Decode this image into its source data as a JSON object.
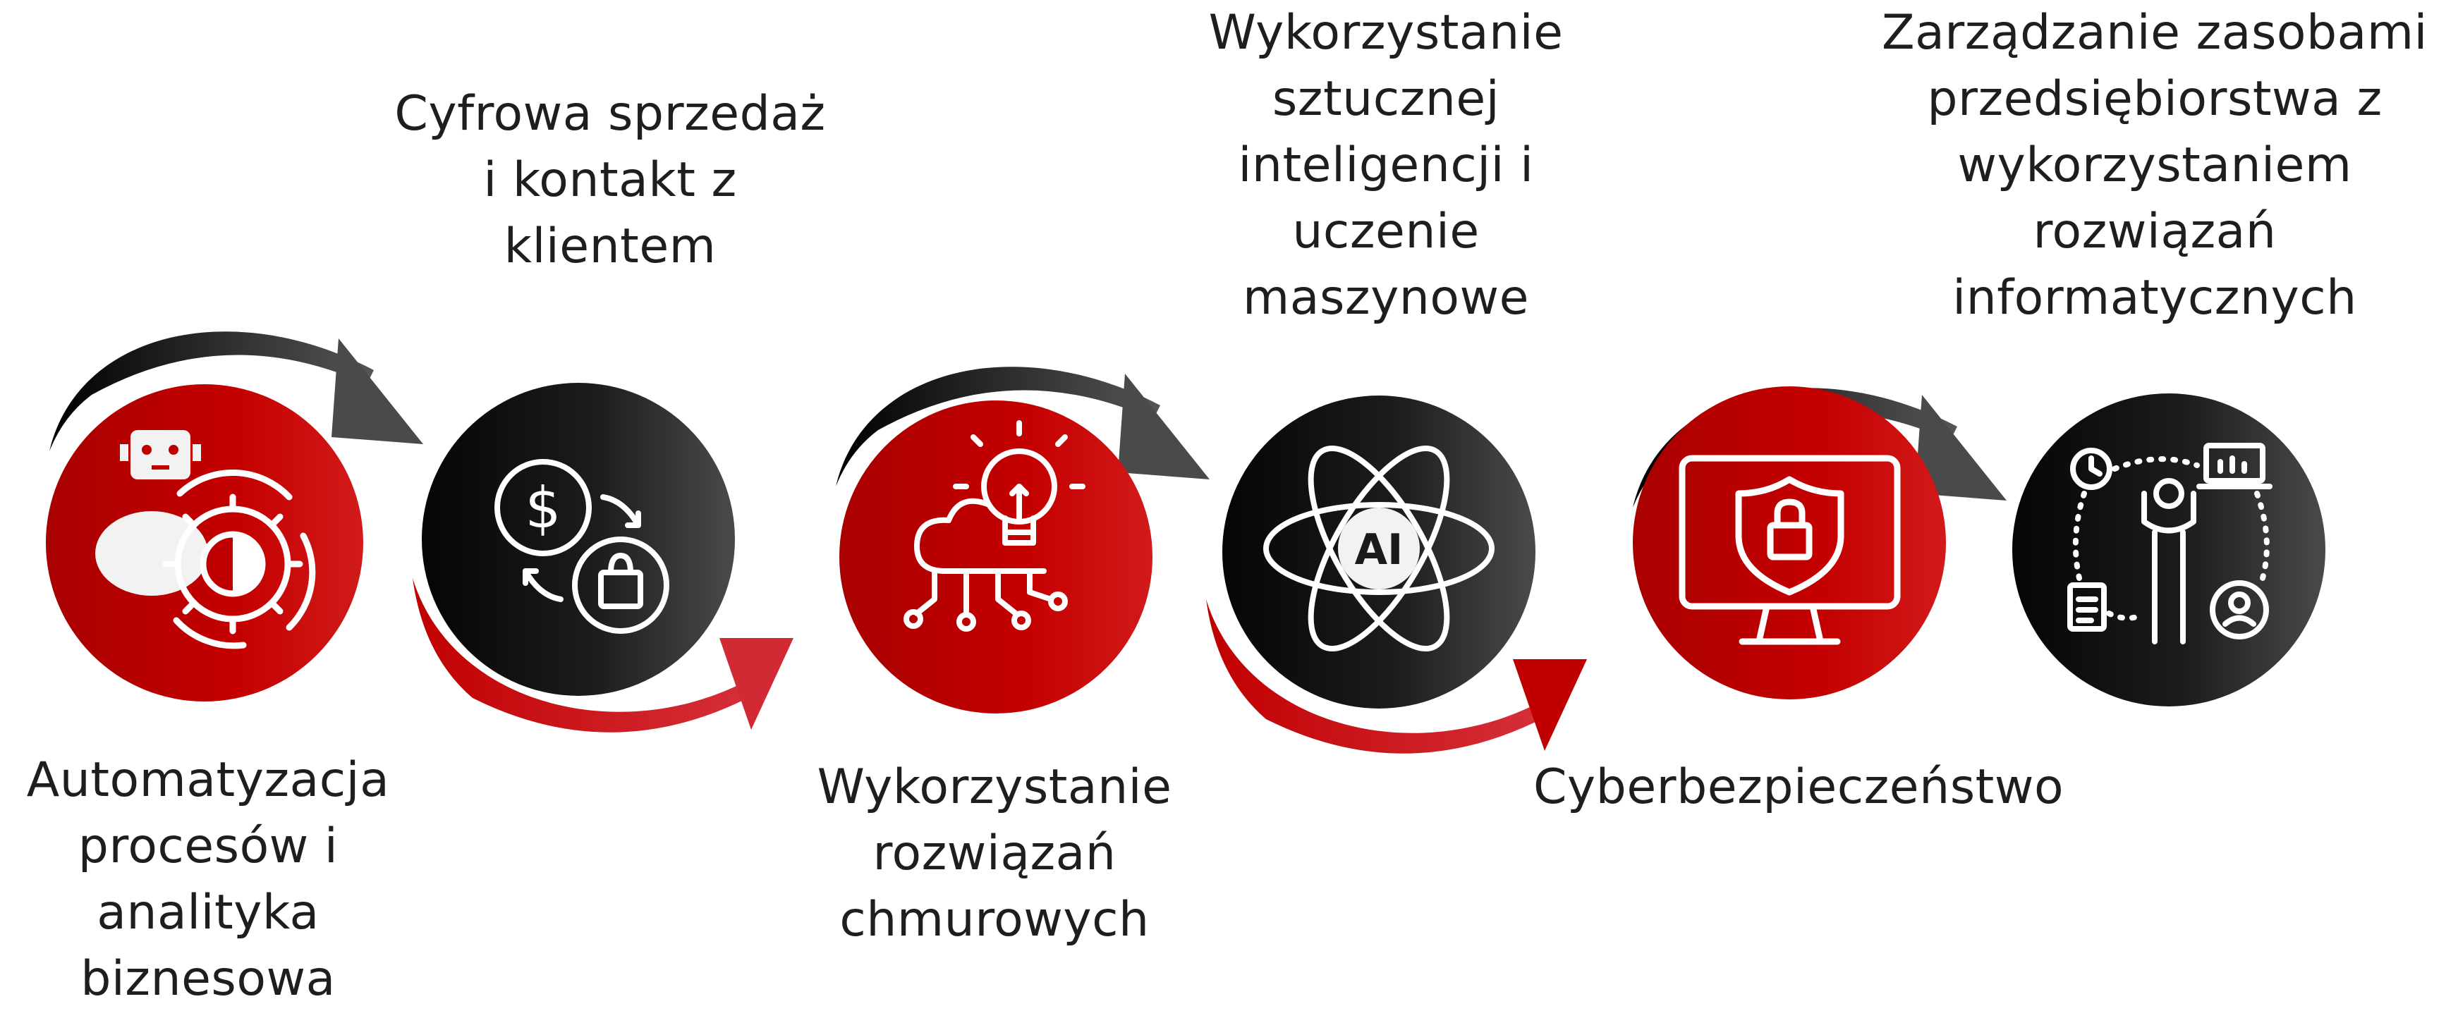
{
  "steps": [
    {
      "id": "automation",
      "icon": "robot-gear-cycle-icon",
      "circle_color": "#c00000",
      "label_lines": [
        "Automatyzacja",
        "procesów i",
        "analityka",
        "biznesowa"
      ]
    },
    {
      "id": "digital-sales",
      "icon": "dollar-bag-exchange-icon",
      "circle_color": "#1a1a1a",
      "label_lines": [
        "Cyfrowa sprzedaż",
        "i kontakt z",
        "klientem"
      ]
    },
    {
      "id": "cloud",
      "icon": "cloud-lightbulb-icon",
      "circle_color": "#c00000",
      "label_lines": [
        "Wykorzystanie",
        "rozwiązań",
        "chmurowych"
      ]
    },
    {
      "id": "ai",
      "icon": "ai-atom-icon",
      "icon_text": "AI",
      "circle_color": "#1a1a1a",
      "label_lines": [
        "Wykorzystanie",
        "sztucznej",
        "inteligencji i",
        "uczenie",
        "maszynowe"
      ]
    },
    {
      "id": "cyber",
      "icon": "monitor-shield-lock-icon",
      "circle_color": "#c00000",
      "label_lines": [
        "Cyberbezpieczeństwo"
      ]
    },
    {
      "id": "erp",
      "icon": "erp-person-network-icon",
      "circle_color": "#1a1a1a",
      "label_lines": [
        "Zarządzanie zasobami",
        "przedsiębiorstwa z",
        "wykorzystaniem",
        "rozwiązań",
        "informatycznych"
      ]
    }
  ],
  "colors": {
    "red": "#c00000",
    "black": "#1a1a1a",
    "text": "#1e1e1e"
  }
}
